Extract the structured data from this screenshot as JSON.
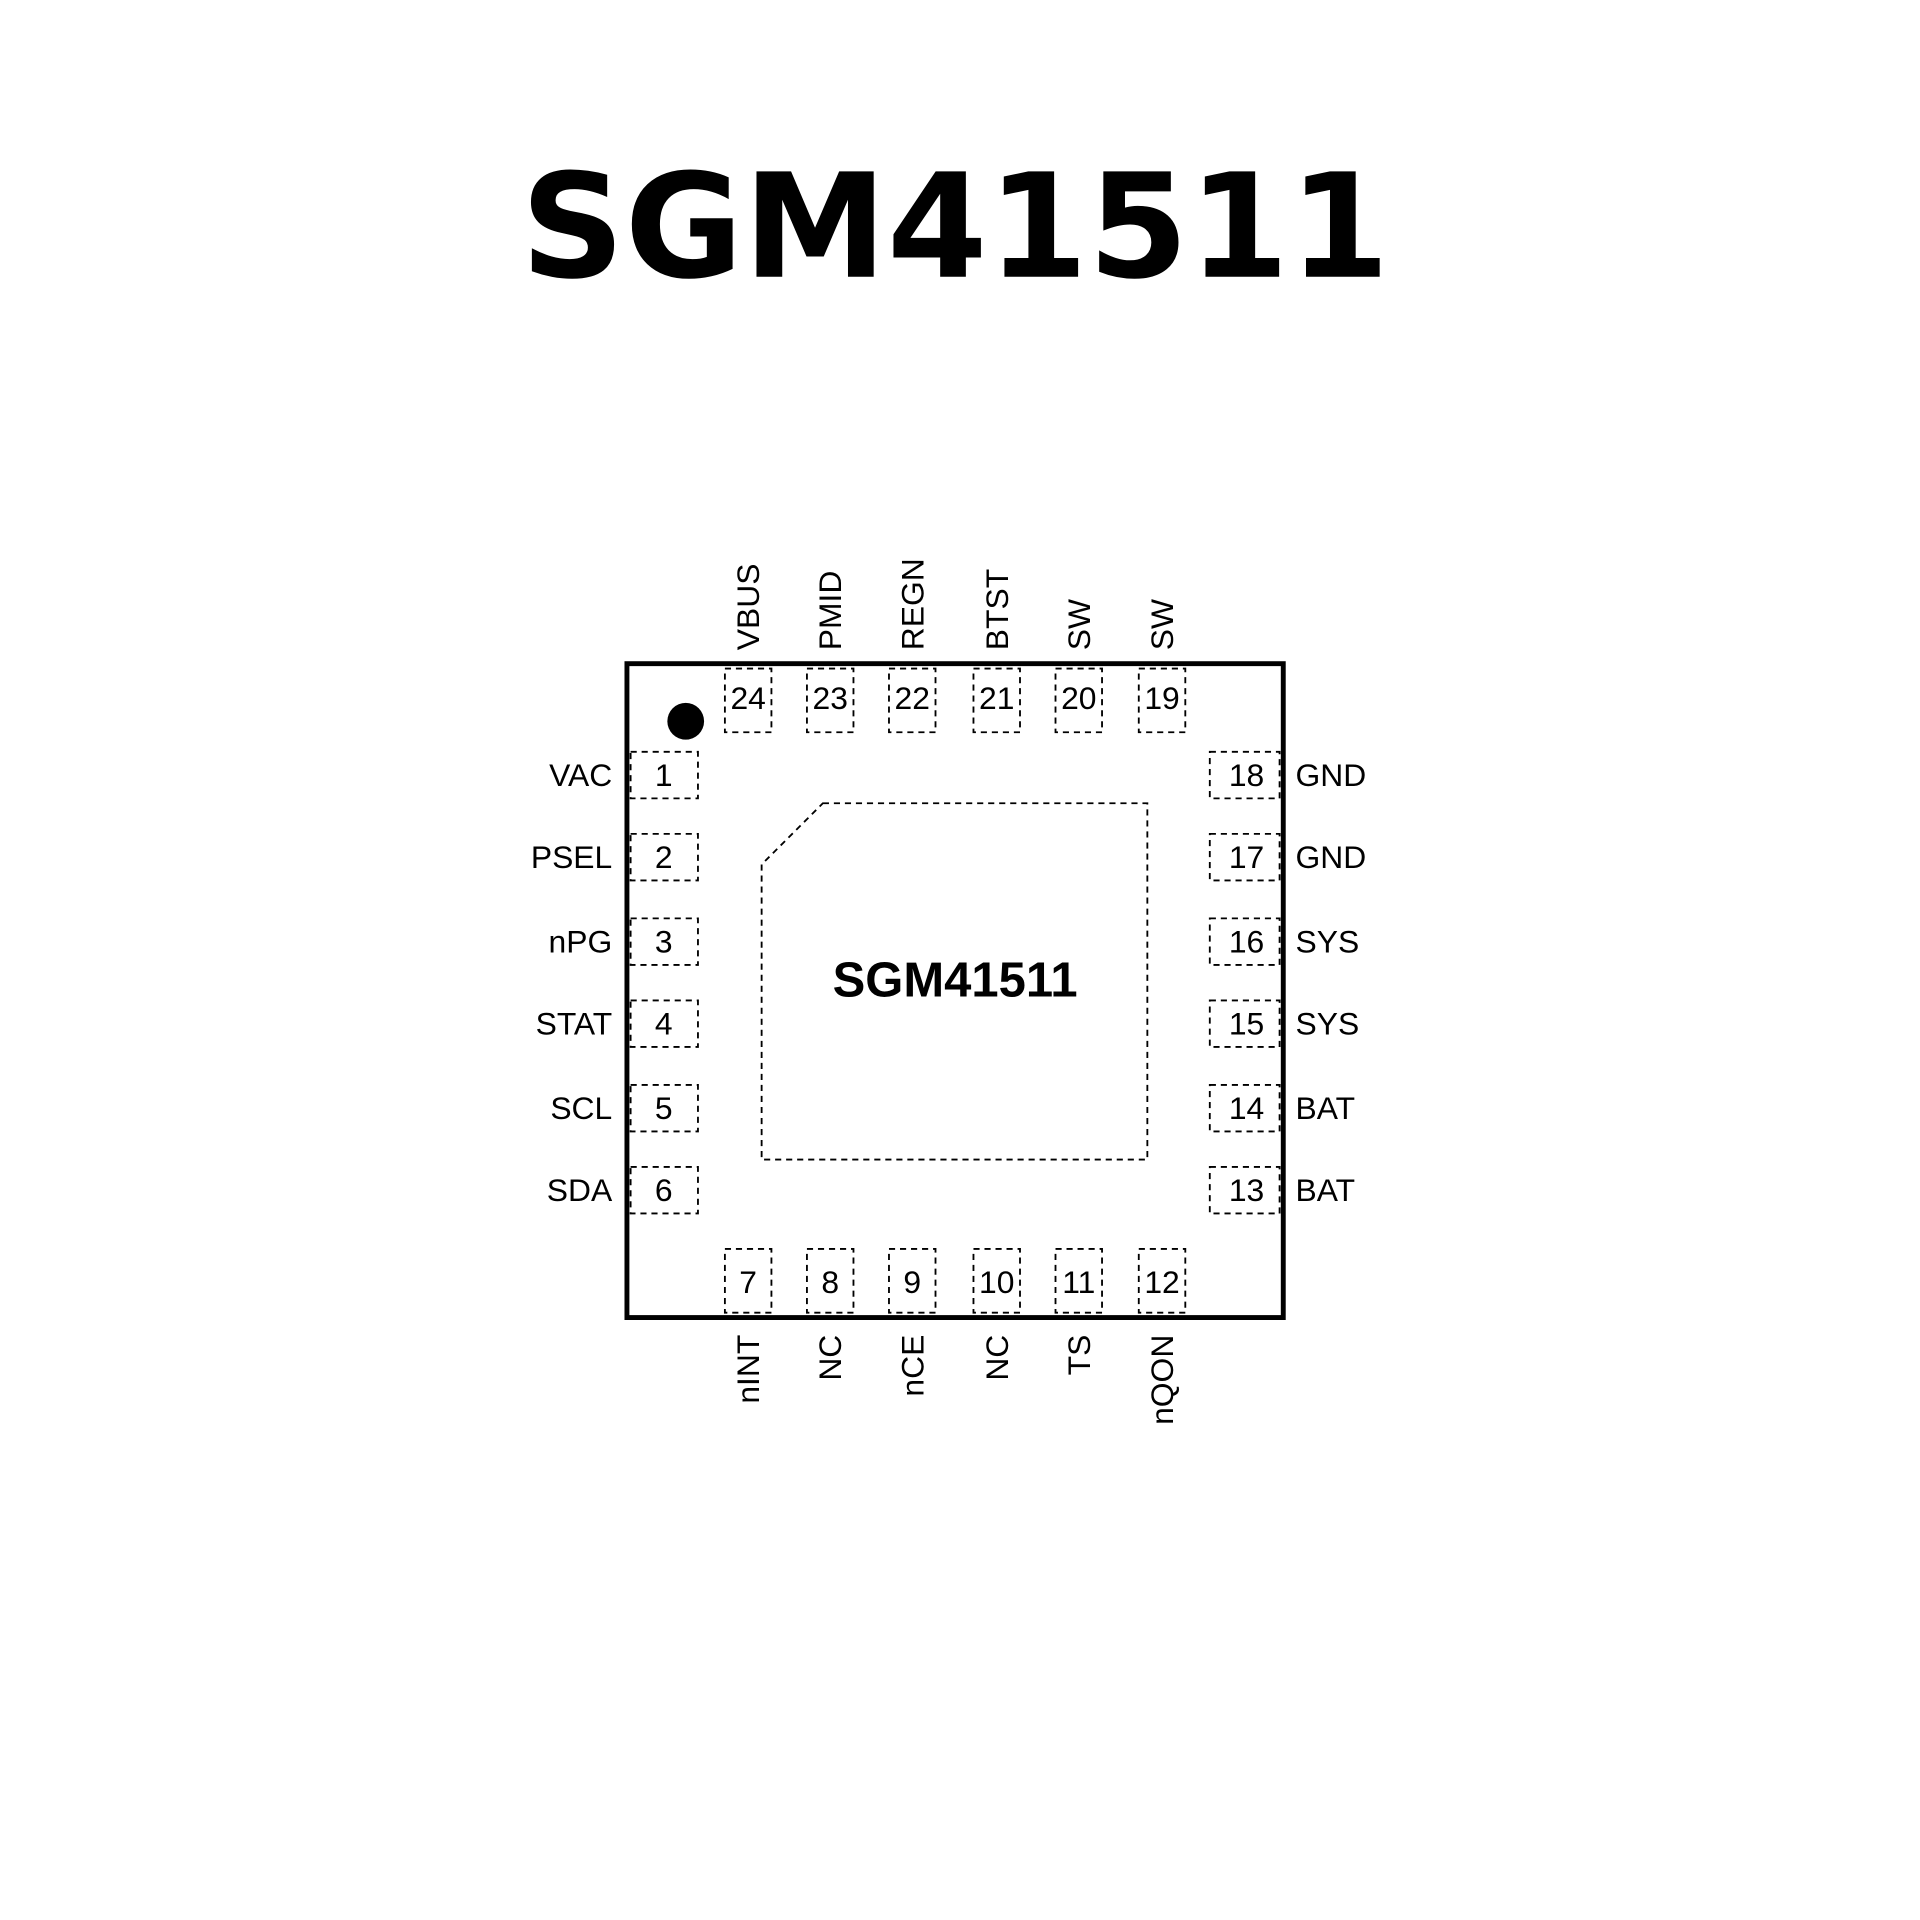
{
  "title": "SGM41511",
  "chip": {
    "die_label": "SGM41511",
    "pins": {
      "left": [
        {
          "num": "1",
          "name": "VAC"
        },
        {
          "num": "2",
          "name": "PSEL"
        },
        {
          "num": "3",
          "name": "nPG"
        },
        {
          "num": "4",
          "name": "STAT"
        },
        {
          "num": "5",
          "name": "SCL"
        },
        {
          "num": "6",
          "name": "SDA"
        }
      ],
      "bottom": [
        {
          "num": "7",
          "name": "nINT"
        },
        {
          "num": "8",
          "name": "NC"
        },
        {
          "num": "9",
          "name": "nCE"
        },
        {
          "num": "10",
          "name": "NC"
        },
        {
          "num": "11",
          "name": "TS"
        },
        {
          "num": "12",
          "name": "nQON"
        }
      ],
      "right": [
        {
          "num": "13",
          "name": "BAT"
        },
        {
          "num": "14",
          "name": "BAT"
        },
        {
          "num": "15",
          "name": "SYS"
        },
        {
          "num": "16",
          "name": "SYS"
        },
        {
          "num": "17",
          "name": "GND"
        },
        {
          "num": "18",
          "name": "GND"
        }
      ],
      "top": [
        {
          "num": "19",
          "name": "SW"
        },
        {
          "num": "20",
          "name": "SW"
        },
        {
          "num": "21",
          "name": "BTST"
        },
        {
          "num": "22",
          "name": "REGN"
        },
        {
          "num": "23",
          "name": "PMID"
        },
        {
          "num": "24",
          "name": "VBUS"
        }
      ]
    }
  }
}
